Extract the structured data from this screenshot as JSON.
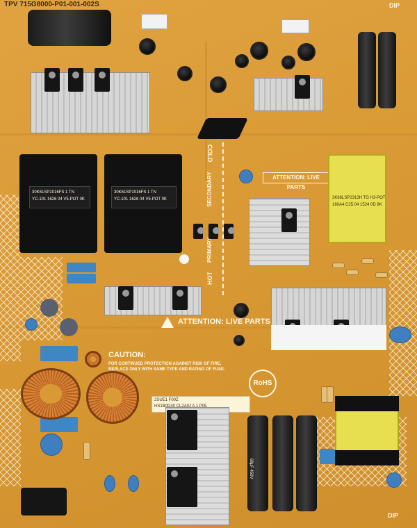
{
  "board": {
    "top_code": "TPV 715G8000-P01-001-002S",
    "attention_live_parts_upper": "ATTENTION: LIVE PARTS",
    "attention_live_parts_lower": "ATTENTION: LIVE PARTS",
    "caution_title": "CAUTION:",
    "caution_body": "FOR CONTINUED PROTECTION AGAINST RISK OF FIRE, REPLACE ONLY WITH SAME TYPE AND RATING OF FUSE.",
    "rohs": "RoHS",
    "cold": "COLD",
    "hot": "HOT",
    "primary": "PRIMARY",
    "secondary": "SECONDARY",
    "dip_top": "DIP",
    "dip_bottom": "DIP",
    "transformer_left_1": "30K61SP1016FS  1 TN",
    "transformer_left_2": "YC-101 1626 04 V5-POT 0K",
    "transformer_right_1": "30K61SP1016FS  1 TN",
    "transformer_right_2": "YC-101 1626 04 V5-POT 0K",
    "yellow_transformer_1": "3K66LSP2313H  TG  H3-POT",
    "yellow_transformer_2": "160A4 C25.04 1524 0D 8K",
    "capacitor_rating": "68µF 450V",
    "sticker_line_1": "2SUE1 F00Z",
    "sticker_line_2": "HS1B0D40  CL2A0J  A  1  P05",
    "colors": {
      "pcb": "#d99a35",
      "silkscreen": "#fff7e6",
      "heatsink": "#cccccc",
      "yellow_core": "#e7df4f",
      "copper": "#c46a22",
      "blue": "#3f86c5"
    }
  }
}
